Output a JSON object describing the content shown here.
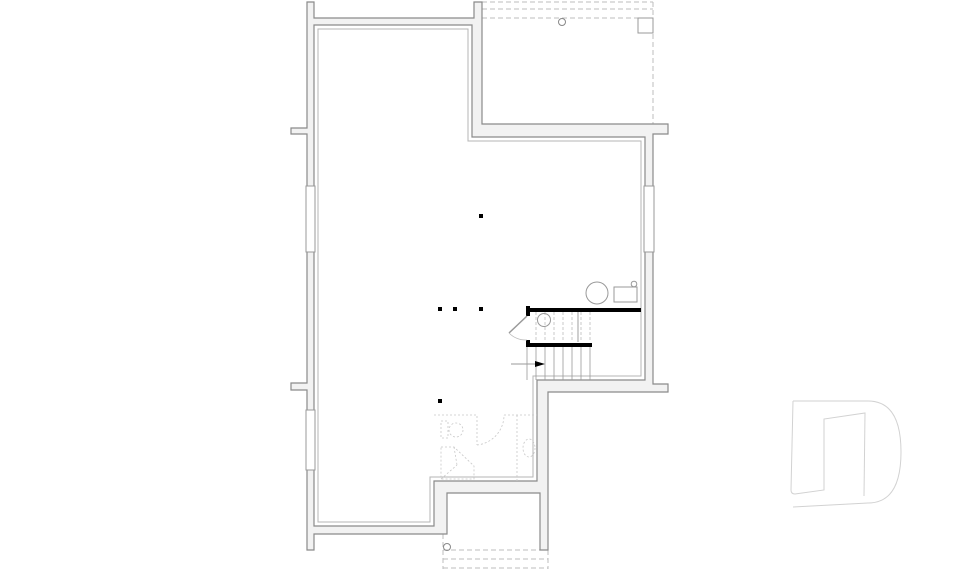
{
  "plan": {
    "colors": {
      "wall_fill": "#f2f2f2",
      "wall_line": "#8a8a8a",
      "finish_line": "#b5b5b5",
      "dashed": "#bdbdbd",
      "stair_wall": "#000000",
      "logo_line": "#d0d0d0"
    },
    "features": [
      "foundation-walls",
      "posts",
      "stair",
      "water-heater",
      "furnace",
      "rough-in-bathroom",
      "garage-outline",
      "porch-outline",
      "logo-watermark"
    ]
  }
}
